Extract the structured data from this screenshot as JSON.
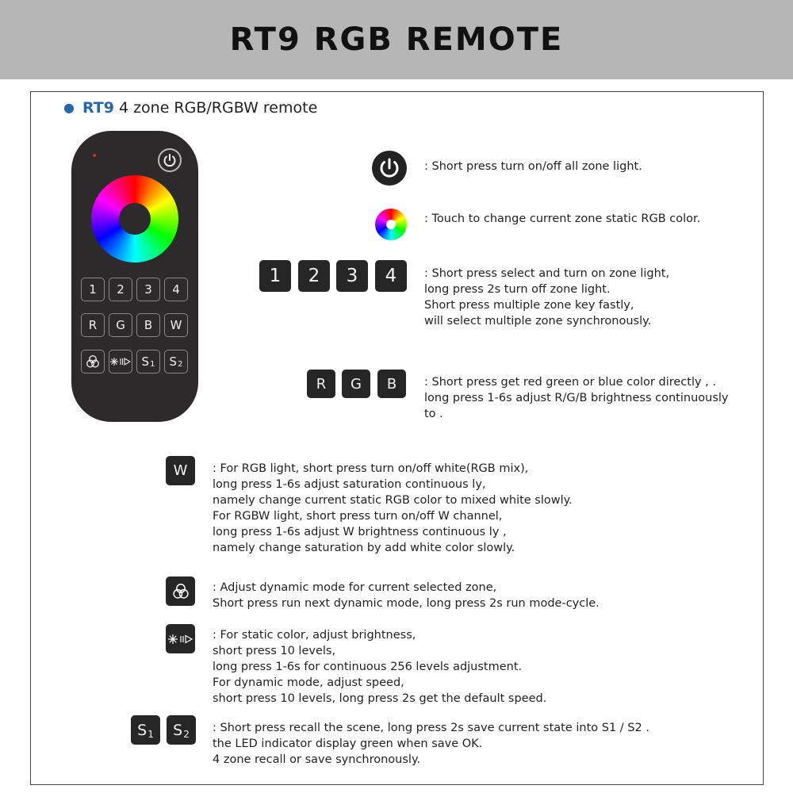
{
  "header": {
    "title": "RT9 RGB REMOTE"
  },
  "subtitle": {
    "model": "RT9",
    "text": "4 zone RGB/RGBW remote"
  },
  "remote": {
    "zone_keys": [
      "1",
      "2",
      "3",
      "4"
    ],
    "color_keys": [
      "R",
      "G",
      "B",
      "W"
    ],
    "scene_keys": [
      {
        "main": "S",
        "sub": "1"
      },
      {
        "main": "S",
        "sub": "2"
      }
    ]
  },
  "keys": {
    "zones": [
      "1",
      "2",
      "3",
      "4"
    ],
    "rgb": [
      "R",
      "G",
      "B"
    ],
    "white": "W",
    "scenes": [
      {
        "main": "S",
        "sub": "1"
      },
      {
        "main": "S",
        "sub": "2"
      }
    ]
  },
  "descriptions": {
    "power": [
      ": Short press turn on/off all zone light."
    ],
    "wheel": [
      ": Touch to change current zone static RGB color."
    ],
    "zones": [
      ": Short press select and turn on zone light,",
      "long press 2s turn off zone light.",
      "Short press multiple zone key fastly,",
      "will select multiple zone synchronously."
    ],
    "rgb": [
      ":  Short press get red green or blue color directly  , .",
      "long press 1-6s adjust R/G/B brightness continuously",
      "to  ."
    ],
    "white": [
      ": For RGB light, short press turn on/off white(RGB mix),",
      "long press 1-6s adjust saturation  continuous ly,",
      "namely change current static RGB color to mixed white slowly.",
      "For RGBW light, short press turn on/off W channel,",
      "long press 1-6s adjust W brightness  continuous ly ,",
      "namely change saturation by add white color slowly."
    ],
    "mode": [
      ": Adjust dynamic mode for current selected zone,",
      "Short press run next dynamic mode, long press 2s run mode-cycle."
    ],
    "brightness": [
      ": For static color, adjust brightness,",
      "short press 10 levels,",
      "long press 1-6s for continuous 256 levels adjustment.",
      "For dynamic mode, adjust speed,",
      "short press 10 levels, long press 2s get the default speed."
    ],
    "scene": [
      ": Short press recall the scene, long press  2s save current state into S1 / S2 .",
      "the LED indicator display green when save OK.",
      "4 zone recall or save synchronously."
    ]
  }
}
